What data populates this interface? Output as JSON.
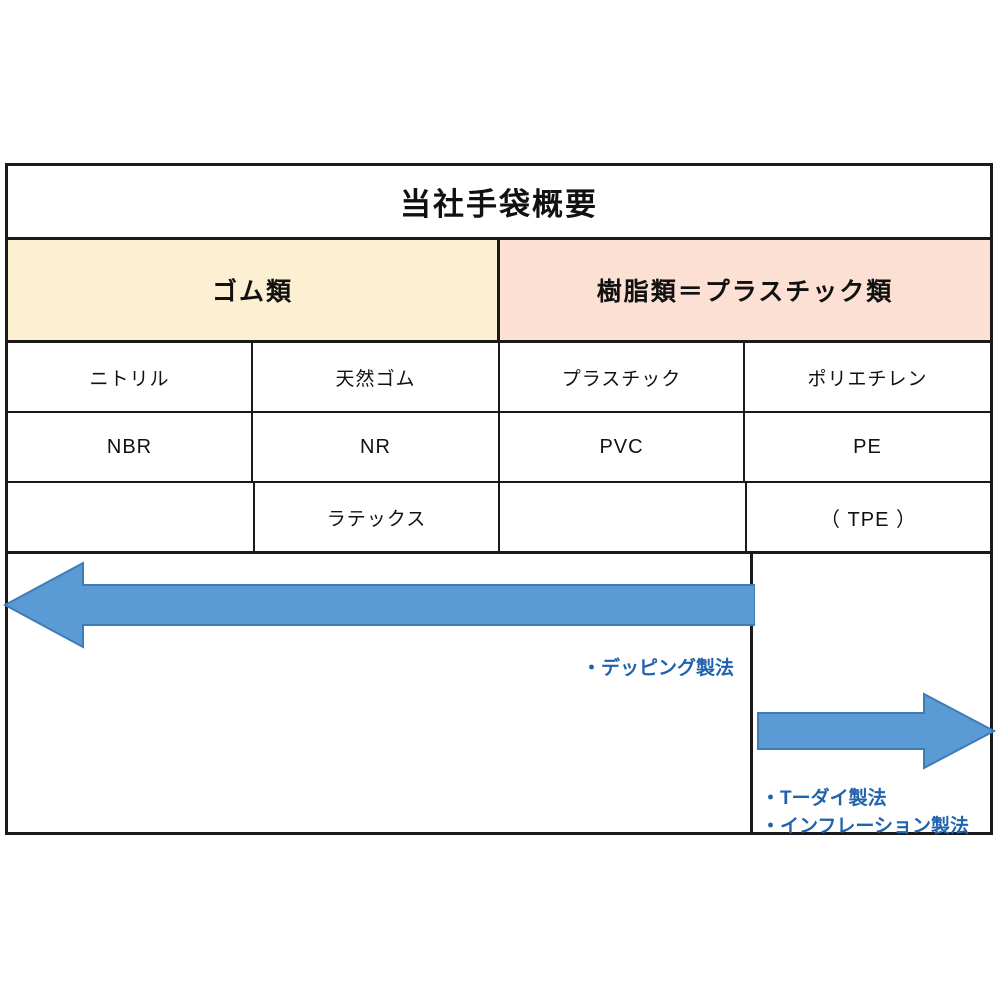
{
  "figure": {
    "title": "当社手袋概要",
    "categories": [
      {
        "label": "ゴム類",
        "color": "#FDEFD2"
      },
      {
        "label": "樹脂類＝プラスチック類",
        "color": "#FBE0D3"
      }
    ],
    "columns": [
      "ニトリル",
      "天然ゴム",
      "プラスチック",
      "ポリエチレン"
    ],
    "rows": [
      {
        "name": "material-name-row",
        "cells": [
          "ニトリル",
          "天然ゴム",
          "プラスチック",
          "ポリエチレン"
        ]
      },
      {
        "name": "abbreviation-row",
        "cells": [
          "NBR",
          "NR",
          "PVC",
          "PE"
        ]
      },
      {
        "name": "variant-row",
        "cells": [
          "",
          "ラテックス",
          "",
          "（ TPE ）"
        ]
      }
    ],
    "process": {
      "arrow_color": "#5B9BD5",
      "arrow_border_color": "#3E7CB5",
      "label_color": "#1F62AD",
      "left_arrow": {
        "name": "dipping-process-arrow",
        "direction": "left",
        "label": "・デッピング製法"
      },
      "right_arrow": {
        "name": "extrusion-process-arrow",
        "direction": "right",
        "labels": [
          "・Tーダイ製法",
          "・インフレーション製法"
        ]
      }
    }
  }
}
